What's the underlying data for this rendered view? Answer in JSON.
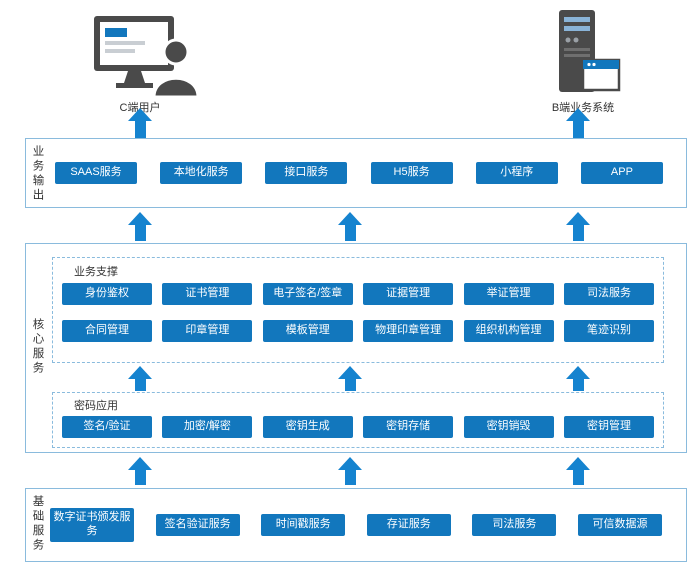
{
  "top": {
    "client_label": "C端用户",
    "server_label": "B端业务系统"
  },
  "output_layer": {
    "side_label": "业务输出",
    "buttons": [
      "SAAS服务",
      "本地化服务",
      "接口服务",
      "H5服务",
      "小程序",
      "APP"
    ]
  },
  "core_layer": {
    "side_label": "核心服务",
    "business_support": {
      "title": "业务支撑",
      "row1": [
        "身份鉴权",
        "证书管理",
        "电子签名/签章",
        "证据管理",
        "举证管理",
        "司法服务"
      ],
      "row2": [
        "合同管理",
        "印章管理",
        "模板管理",
        "物理印章管理",
        "组织机构管理",
        "笔迹识别"
      ]
    },
    "crypto_app": {
      "title": "密码应用",
      "row": [
        "签名/验证",
        "加密/解密",
        "密钥生成",
        "密钥存储",
        "密钥销毁",
        "密钥管理"
      ]
    }
  },
  "base_layer": {
    "side_label": "基础服务",
    "buttons": [
      "数字证书颁发服务",
      "签名验证服务",
      "时间戳服务",
      "存证服务",
      "司法服务",
      "可信数据源"
    ]
  },
  "colors": {
    "button_blue": "#1277bd",
    "arrow_blue": "#1583cf",
    "border_blue": "#8abbdd",
    "icon_gray": "#4a4a4a"
  }
}
